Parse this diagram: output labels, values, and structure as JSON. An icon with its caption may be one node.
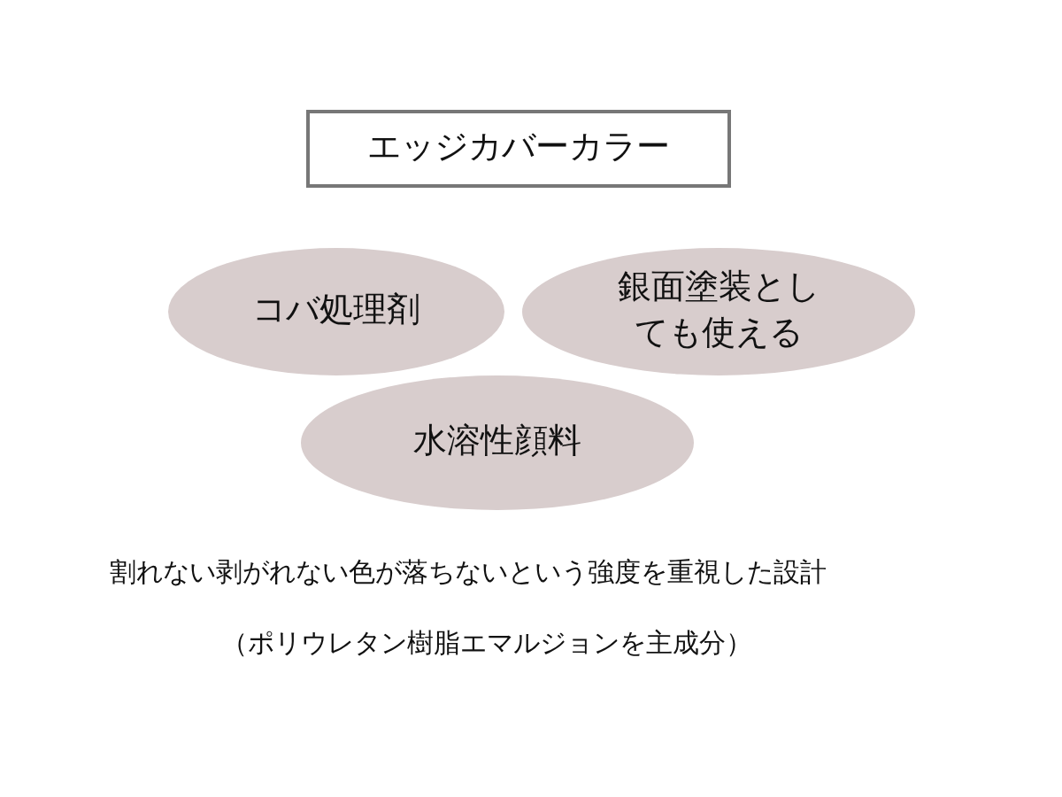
{
  "diagram": {
    "nodes": [
      {
        "text": [
          "エッジカバーカラー"
        ]
      },
      {
        "text": [
          "コバ処理剤"
        ]
      },
      {
        "text": [
          "銀面塗装としても使える"
        ]
      },
      {
        "text": [
          "水溶性顔料"
        ]
      }
    ],
    "labels": [
      "割れない剥がれない色が落ちないという強度を重視した設計",
      "（ポリウレタン樹脂エマルジョンを主成分）"
    ]
  }
}
